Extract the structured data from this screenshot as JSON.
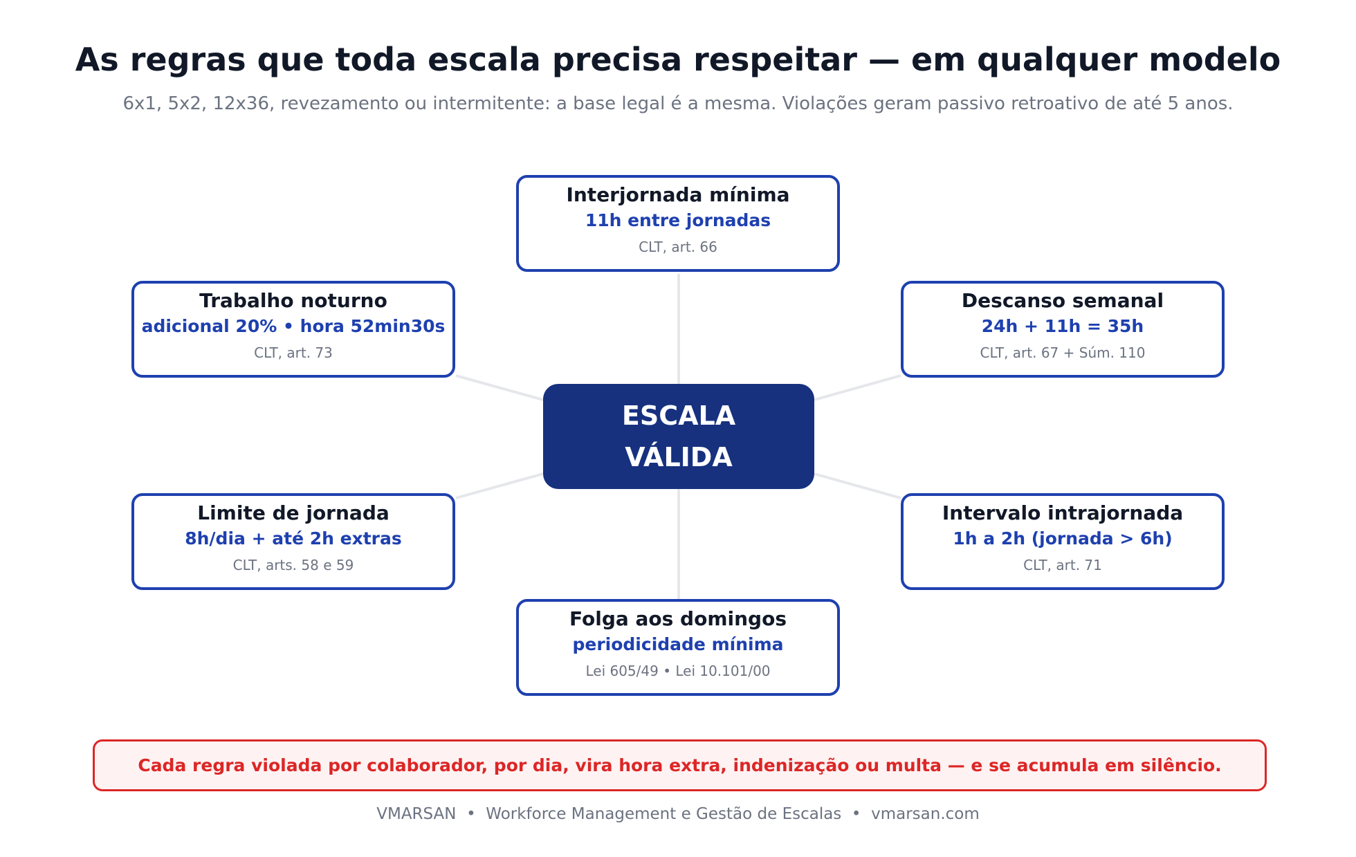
{
  "header": {
    "title": "As regras que toda escala precisa respeitar — em qualquer modelo",
    "subtitle": "6x1, 5x2, 12x36, revezamento ou intermitente: a base legal é a mesma. Violações geram passivo retroativo de até 5 anos."
  },
  "center": {
    "label": "ESCALA\nVÁLIDA"
  },
  "rules": [
    {
      "title": "Interjornada mínima",
      "value": "11h entre jornadas",
      "reference": "CLT, art. 66"
    },
    {
      "title": "Trabalho noturno",
      "value": "adicional 20% • hora 52min30s",
      "reference": "CLT, art. 73"
    },
    {
      "title": "Descanso semanal",
      "value": "24h + 11h = 35h",
      "reference": "CLT, art. 67 + Súm. 110"
    },
    {
      "title": "Limite de jornada",
      "value": "8h/dia + até 2h extras",
      "reference": "CLT, arts. 58 e 59"
    },
    {
      "title": "Intervalo intrajornada",
      "value": "1h a 2h (jornada > 6h)",
      "reference": "CLT, art. 71"
    },
    {
      "title": "Folga aos domingos",
      "value": "periodicidade mínima",
      "reference": "Lei 605/49 • Lei 10.101/00"
    }
  ],
  "warning": "Cada regra violada por colaborador, por dia, vira hora extra, indenização ou multa — e se acumula em silêncio.",
  "footer": "VMARSAN  •  Workforce Management e Gestão de Escalas  •  vmarsan.com",
  "colors": {
    "center_fill": "#17317f",
    "box_border": "#1e40af",
    "value_text": "#1e40af",
    "warning_text": "#dc2626",
    "warning_fill": "#fef2f2",
    "connector": "#e5e7eb"
  }
}
